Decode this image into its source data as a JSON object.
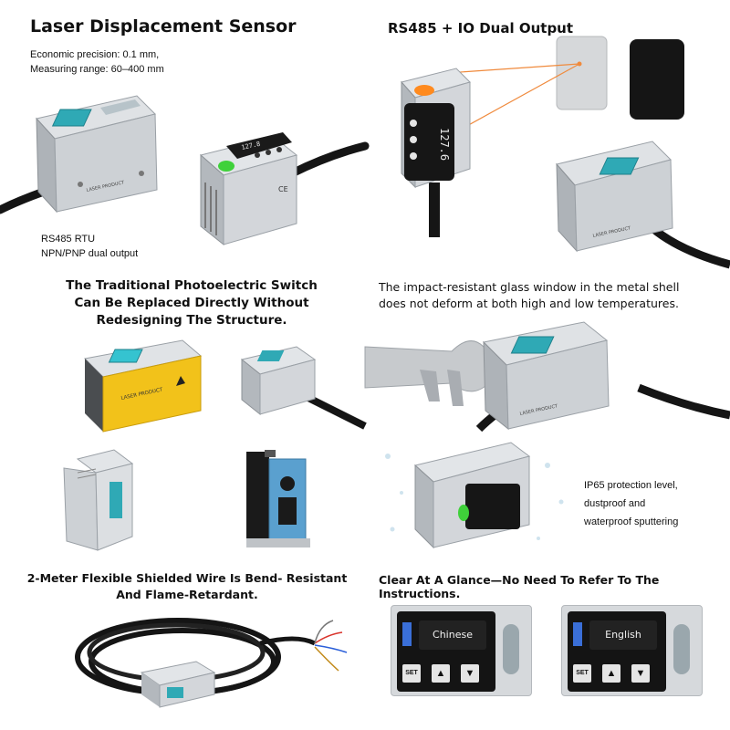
{
  "p1": {
    "title": "Laser Displacement Sensor",
    "spec_precision": "Economic precision: 0.1 mm,",
    "spec_range": "Measuring range: 60–400 mm",
    "output_line1": "RS485 RTU",
    "output_line2": "NPN/PNP dual output",
    "display_reading": "127.8"
  },
  "p2": {
    "title": "RS485 + IO Dual Output",
    "display_reading": "127.6"
  },
  "p3": {
    "title_line1": "The Traditional Photoelectric Switch",
    "title_line2": "Can Be Replaced Directly Without",
    "title_line3": "Redesigning The Structure."
  },
  "p4": {
    "title_line1": "The impact-resistant glass window in the metal shell",
    "title_line2": "does not deform at both high and low temperatures."
  },
  "p6": {
    "line1": "IP65 protection level,",
    "line2": "dustproof and",
    "line3": "waterproof sputtering"
  },
  "p7": {
    "title_line1": "2-Meter Flexible Shielded Wire Is Bend- Resistant",
    "title_line2": "And Flame-Retardant."
  },
  "p8": {
    "title": "Clear At A Glance—No Need To Refer To The Instructions.",
    "panel1_lang": "Chinese",
    "panel2_lang": "English",
    "set_label": "SET"
  },
  "colors": {
    "metal": "#c9ccd0",
    "metal_dark": "#8e9398",
    "window_teal": "#2fa9b5",
    "indicator_orange": "#ff8a1e",
    "indicator_green": "#3fd13a",
    "yellow_label": "#f2c21a",
    "blue_body": "#5aa0cf",
    "laser_line": "#f08a3c"
  }
}
